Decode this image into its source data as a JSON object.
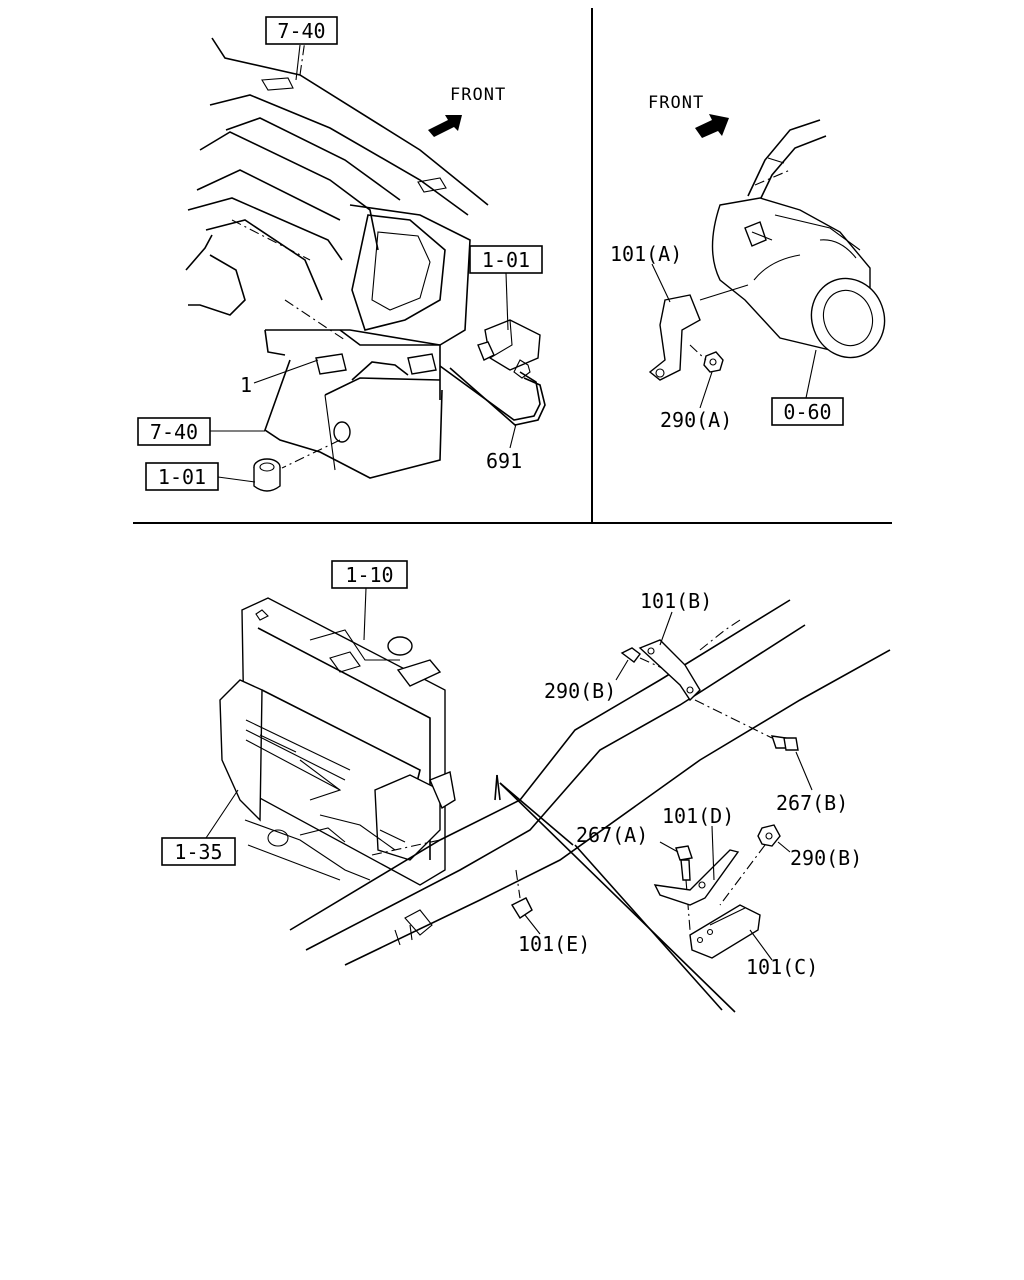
{
  "panels": {
    "top_left": {
      "front_label": "FRONT",
      "refs": {
        "ref_7_40_top": "7-40",
        "ref_1_01_right": "1-01",
        "ref_7_40_left": "7-40",
        "ref_1_01_left": "1-01"
      },
      "callouts": {
        "c_1": "1",
        "c_691": "691"
      }
    },
    "top_right": {
      "front_label": "FRONT",
      "refs": {
        "ref_0_60": "0-60"
      },
      "callouts": {
        "c_101a": "101(A)",
        "c_290a": "290(A)"
      }
    },
    "bottom": {
      "refs": {
        "ref_1_10": "1-10",
        "ref_1_35": "1-35"
      },
      "callouts": {
        "c_101b": "101(B)",
        "c_290b_left": "290(B)",
        "c_267b": "267(B)",
        "c_101d": "101(D)",
        "c_267a": "267(A)",
        "c_290b_right": "290(B)",
        "c_101c": "101(C)",
        "c_101e": "101(E)"
      }
    }
  },
  "colors": {
    "ink": "#000000",
    "paper": "#ffffff"
  }
}
